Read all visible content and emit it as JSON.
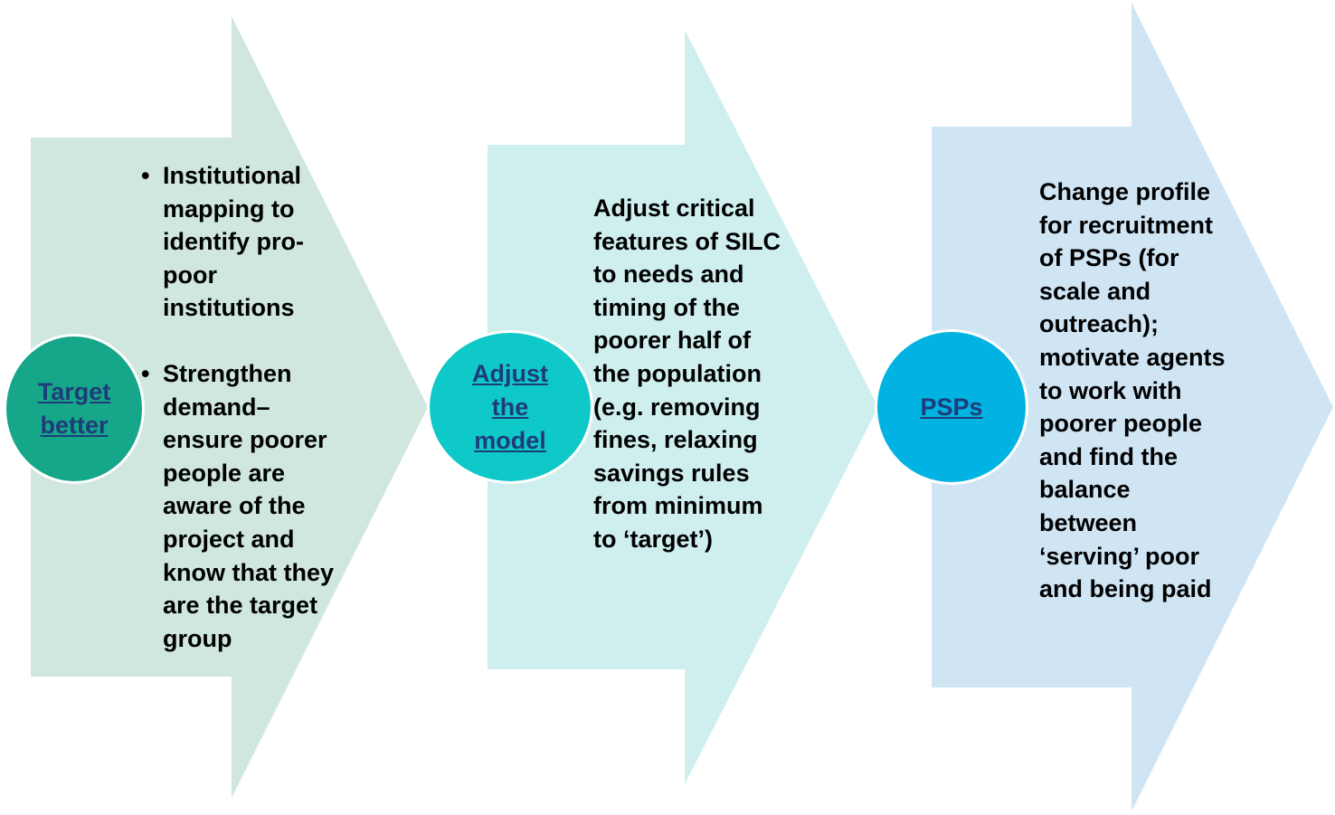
{
  "stages": [
    {
      "id": "target",
      "label": "Target better",
      "label_lines": [
        "Target",
        "better"
      ],
      "bullets": [
        "Institutional mapping to identify pro-poor institutions",
        "Strengthen demand– ensure poorer people are aware of the project and know that they are the target group"
      ]
    },
    {
      "id": "adjust",
      "label": "Adjust the model",
      "label_lines": [
        "Adjust",
        "the",
        "model"
      ],
      "text": "Adjust critical features of SILC to needs and timing of the poorer half of the population (e.g. removing fines, relaxing savings rules from minimum to ‘target’)"
    },
    {
      "id": "psps",
      "label": "PSPs",
      "label_lines": [
        "PSPs"
      ],
      "text": "Change profile for recruitment of PSPs (for scale and outreach); motivate agents to work with poorer people and find the balance between ‘serving’ poor and being paid"
    }
  ],
  "colors": {
    "arrow1": "#cfe7de",
    "arrow2": "#cfeeee",
    "arrow3": "#d0e5f4",
    "circle1": "#16a68a",
    "circle2": "#0fc8c8",
    "circle3": "#00b3e2",
    "link": "#1f3c7a"
  }
}
